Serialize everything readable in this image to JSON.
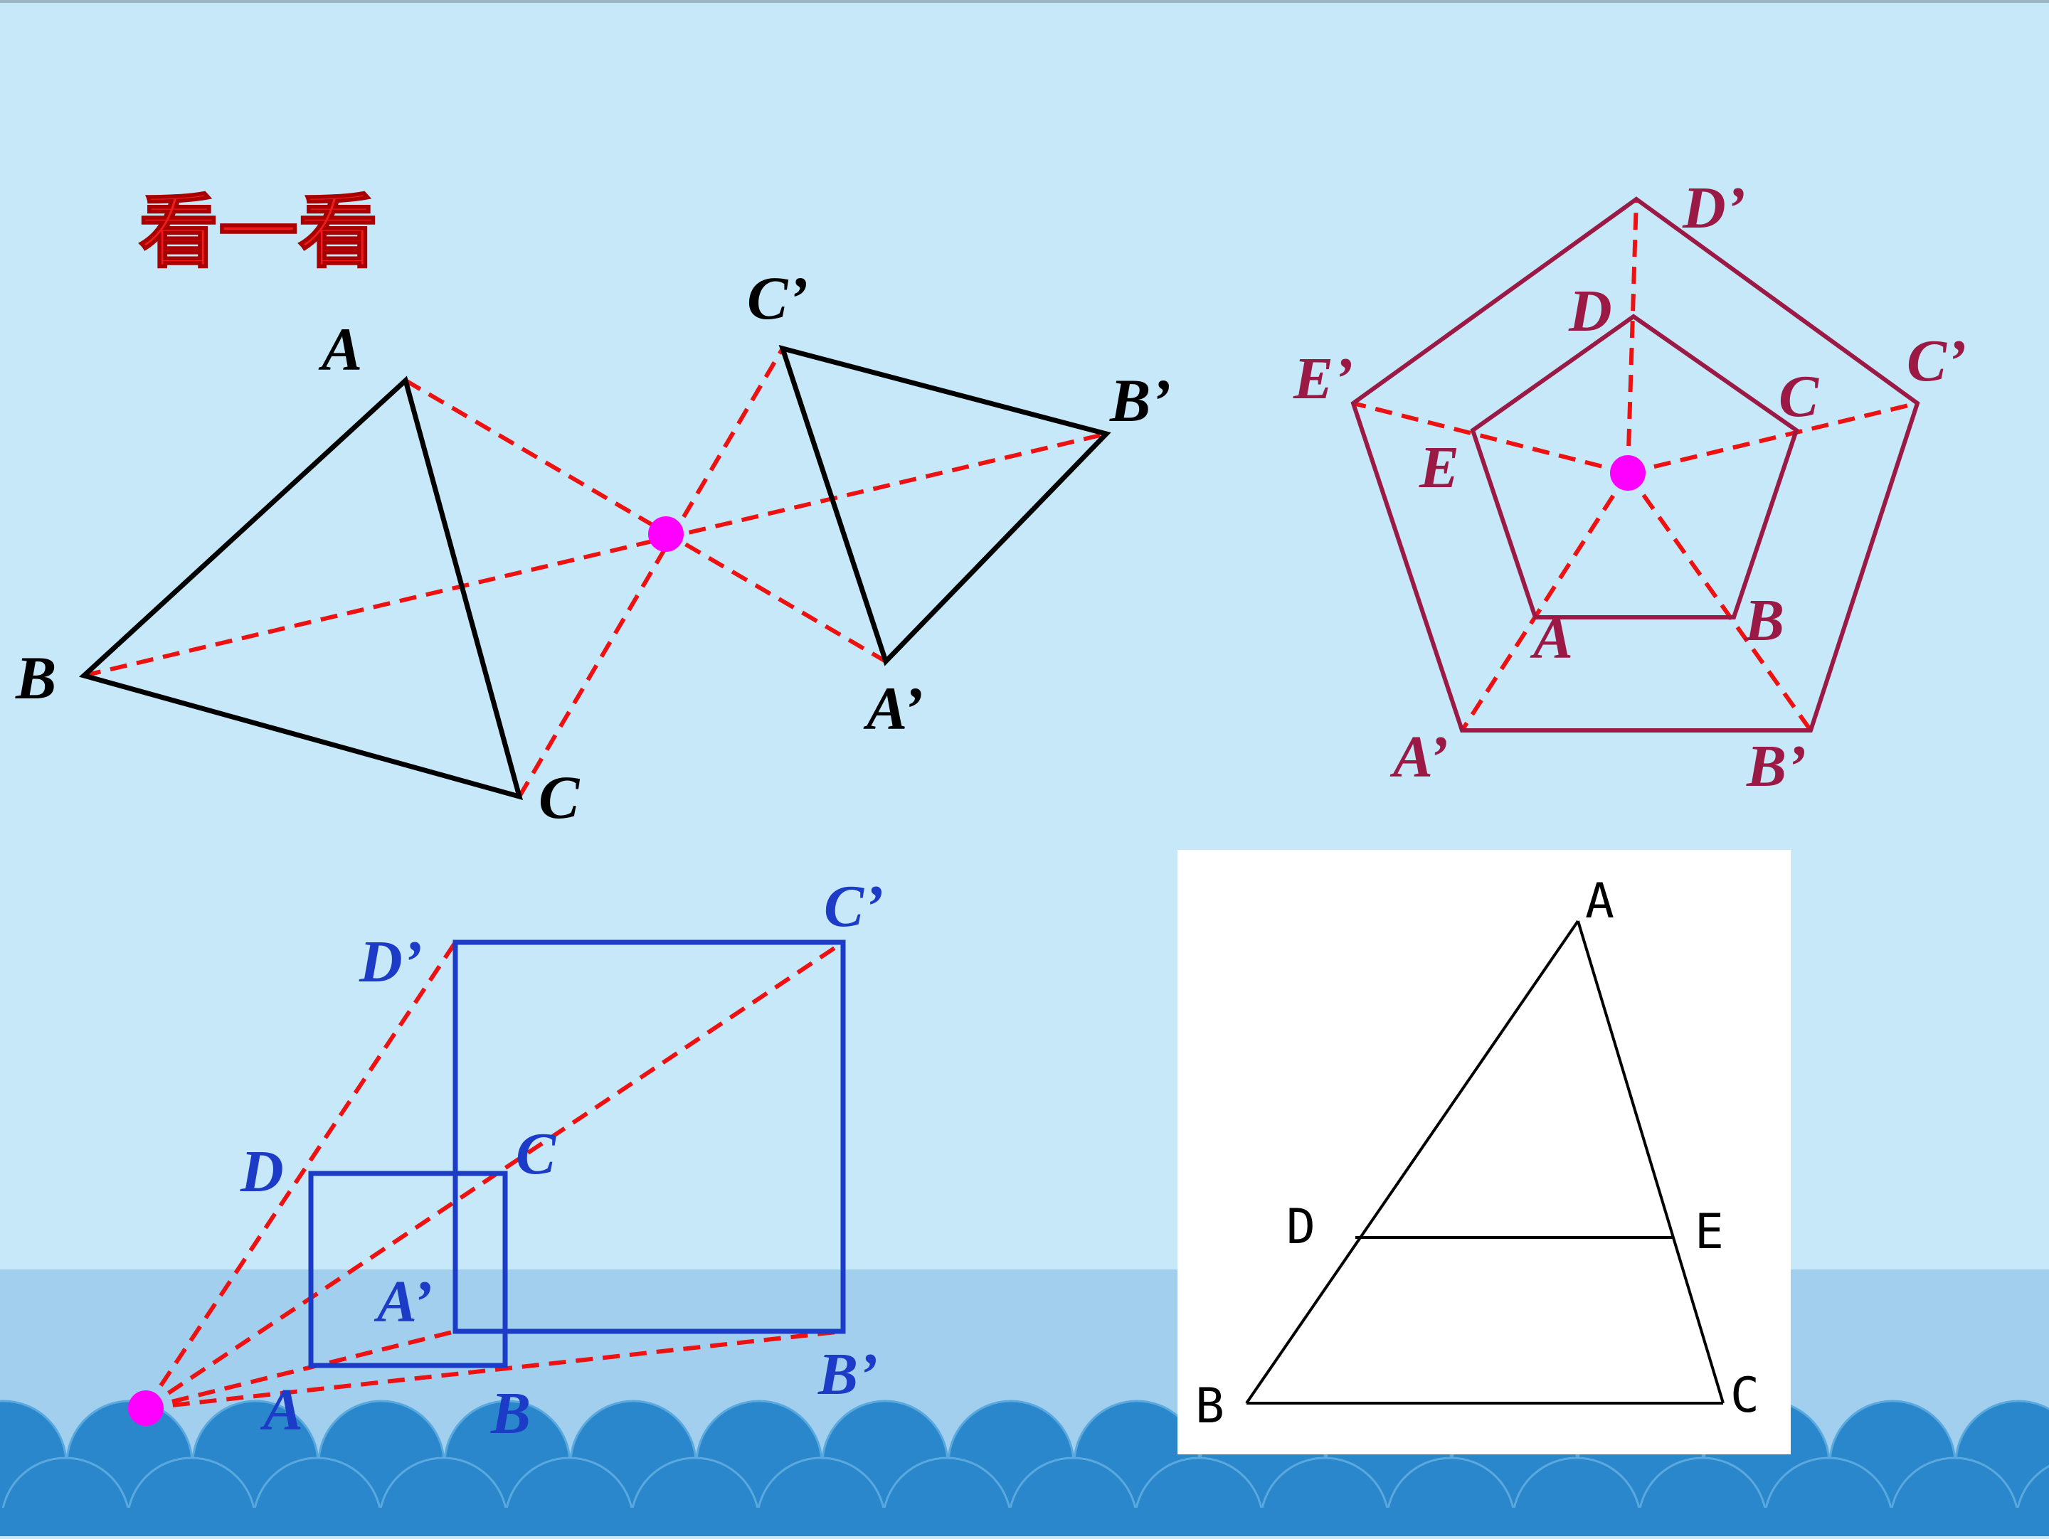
{
  "slide": {
    "title": "看一看",
    "colors": {
      "background": "#c6e8f8",
      "sea_band": "#a2cfee",
      "waves": "#2b87cb",
      "title": "#ee1c1c",
      "center_point": "#ff00ff",
      "dashed_lines": "#ee1111",
      "triangle_outline": "#000000",
      "pentagon_outline": "#9b1a45",
      "square_outline": "#1c3cc8"
    }
  },
  "triangle_figure": {
    "labels": {
      "A": "A",
      "B": "B",
      "C": "C",
      "A1": "A’",
      "B1": "B’",
      "C1": "C’"
    }
  },
  "pentagon_figure": {
    "labels": {
      "A": "A",
      "B": "B",
      "C": "C",
      "D": "D",
      "E": "E",
      "A1": "A’",
      "B1": "B’",
      "C1": "C’",
      "D1": "D’",
      "E1": "E’"
    }
  },
  "square_figure": {
    "labels": {
      "A": "A",
      "B": "B",
      "C": "C",
      "D": "D",
      "A1": "A’",
      "B1": "B’",
      "C1": "C’",
      "D1": "D’"
    }
  },
  "trapezoid_figure": {
    "labels": {
      "A": "A",
      "B": "B",
      "C": "C",
      "D": "D",
      "E": "E"
    }
  }
}
